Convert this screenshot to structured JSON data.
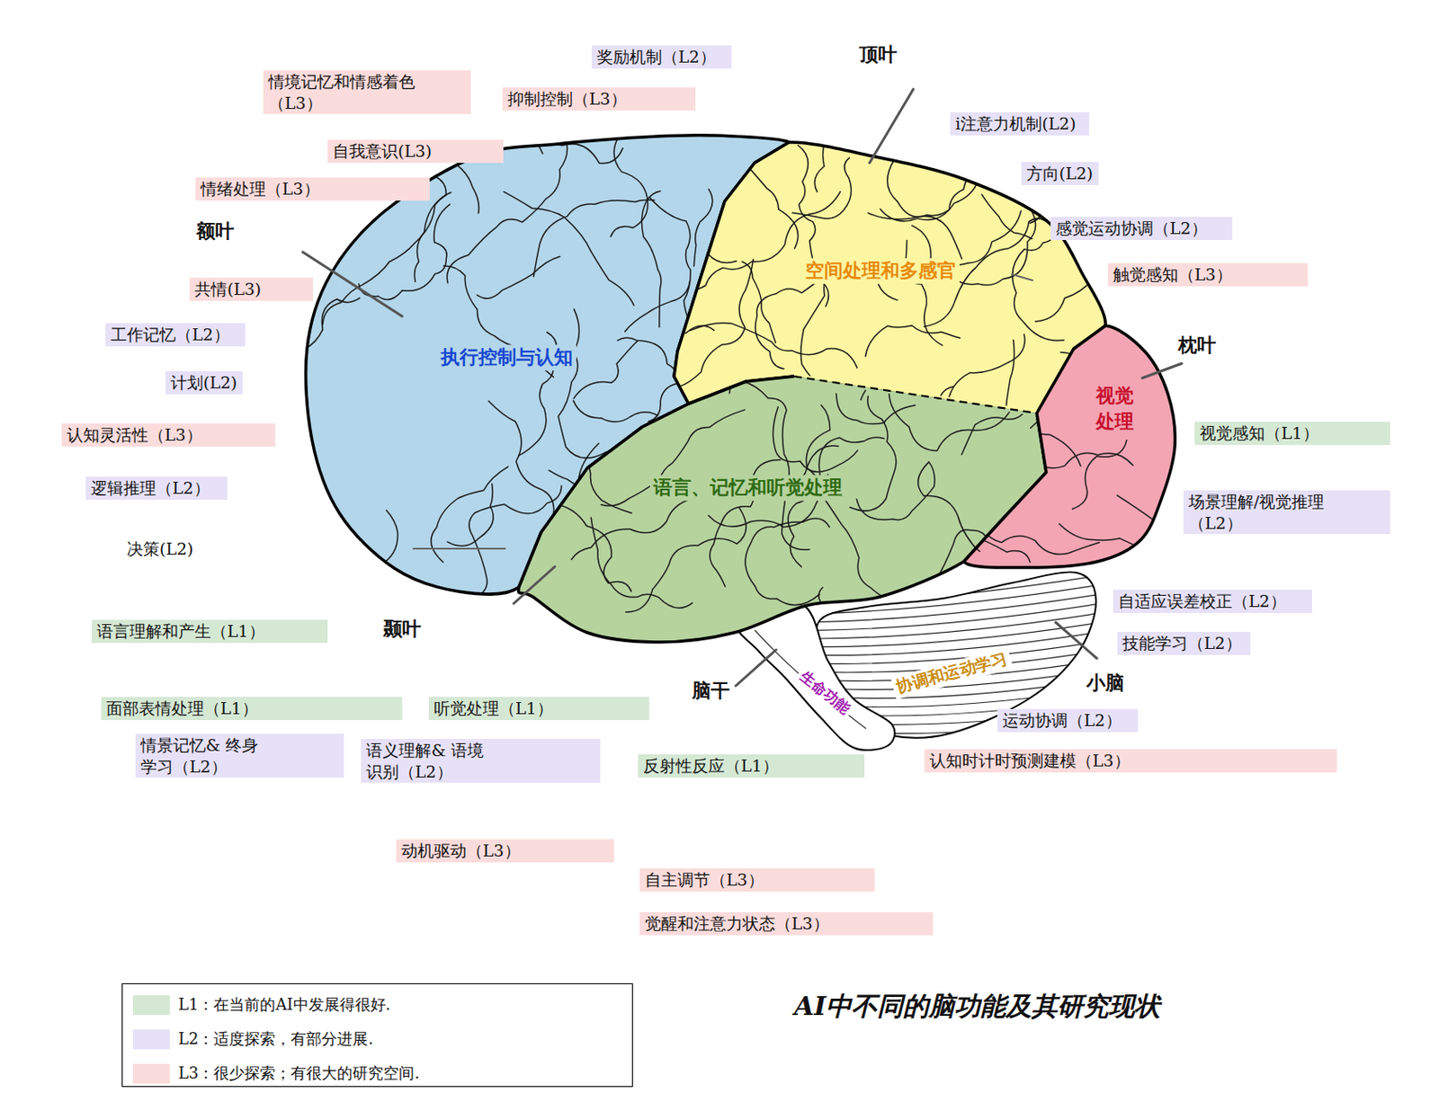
{
  "diagram": {
    "title": "AI中不同的脑功能及其研究现状",
    "nodes": [
      {
        "text": [
          "执行控制与认知"
        ]
      },
      {
        "text": [
          "空间处理和多感官"
        ]
      },
      {
        "text": [
          "语言、记忆和听觉处理"
        ]
      },
      {
        "text": [
          "视觉处理"
        ]
      },
      {
        "text": [
          "协调和运动学习"
        ]
      },
      {
        "text": [
          "生命功能"
        ]
      },
      {
        "text": [
          "奖励机制（L2）"
        ]
      },
      {
        "text": [
          "情境记忆和情感着色（L3）"
        ]
      },
      {
        "text": [
          "抑制控制（L3）"
        ]
      },
      {
        "text": [
          "自我意识(L3)"
        ]
      },
      {
        "text": [
          "情绪处理（L3）"
        ]
      },
      {
        "text": [
          "i注意力机制(L2)"
        ]
      },
      {
        "text": [
          "方向(L2)"
        ]
      },
      {
        "text": [
          "感觉运动协调（L2）"
        ]
      },
      {
        "text": [
          "触觉感知（L3）"
        ]
      },
      {
        "text": [
          "共情(L3)"
        ]
      },
      {
        "text": [
          "工作记忆（L2）"
        ]
      },
      {
        "text": [
          "计划(L2)"
        ]
      },
      {
        "text": [
          "认知灵活性（L3）"
        ]
      },
      {
        "text": [
          "视觉感知（L1）"
        ]
      },
      {
        "text": [
          "逻辑推理（L2）"
        ]
      },
      {
        "text": [
          "场景理解/视觉推理（L2）"
        ]
      },
      {
        "text": [
          "自适应误差校正（L2）"
        ]
      },
      {
        "text": [
          "语言理解和产生（L1）"
        ]
      },
      {
        "text": [
          "技能学习（L2）"
        ]
      },
      {
        "text": [
          "面部表情处理（L1）"
        ]
      },
      {
        "text": [
          "听觉处理（L1）"
        ]
      },
      {
        "text": [
          "运动协调（L2）"
        ]
      },
      {
        "text": [
          "情景记忆& 终身学习（L2）"
        ]
      },
      {
        "text": [
          "语义理解& 语境识别（L2）"
        ]
      },
      {
        "text": [
          "反射性反应（L1）"
        ]
      },
      {
        "text": [
          "认知时计时预测建模（L3）"
        ]
      },
      {
        "text": [
          "动机驱动（L3）"
        ]
      },
      {
        "text": [
          "自主调节（L3）"
        ]
      },
      {
        "text": [
          "觉醒和注意力状态（L3）"
        ]
      }
    ],
    "labels": [
      "额叶",
      "顶叶",
      "枕叶",
      "颞叶",
      "脑干",
      "小脑",
      "决策(L2)"
    ],
    "legend": [
      {
        "text": "L1：在当前的AI中发展得很好.",
        "color": "#d5e8d4"
      },
      {
        "text": "L2：适度探索，有部分进展.",
        "color": "#e6e1f7"
      },
      {
        "text": "L3：很少探索；有很大的研究空间.",
        "color": "#fbdcdc"
      }
    ]
  }
}
